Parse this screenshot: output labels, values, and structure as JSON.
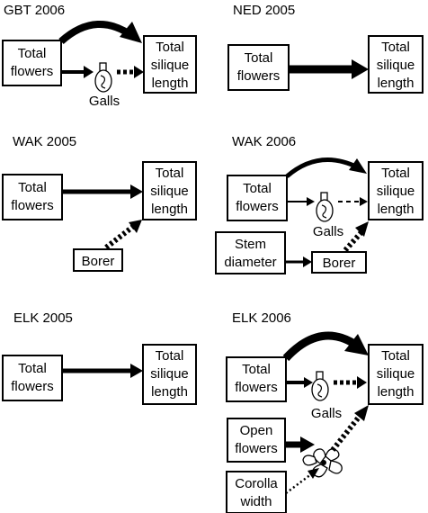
{
  "panels": [
    {
      "title": "GBT 2006",
      "nodes": {
        "flowers": [
          "Total",
          "flowers"
        ],
        "silique": [
          "Total",
          "silique",
          "length"
        ]
      },
      "galls": "Galls"
    },
    {
      "title": "NED 2005",
      "nodes": {
        "flowers": [
          "Total",
          "flowers"
        ],
        "silique": [
          "Total",
          "silique",
          "length"
        ]
      }
    },
    {
      "title": "WAK 2005",
      "nodes": {
        "flowers": [
          "Total",
          "flowers"
        ],
        "silique": [
          "Total",
          "silique",
          "length"
        ],
        "borer": "Borer"
      }
    },
    {
      "title": "WAK 2006",
      "nodes": {
        "flowers": [
          "Total",
          "flowers"
        ],
        "silique": [
          "Total",
          "silique",
          "length"
        ],
        "stem": [
          "Stem",
          "diameter"
        ],
        "borer": "Borer"
      },
      "galls": "Galls"
    },
    {
      "title": "ELK 2005",
      "nodes": {
        "flowers": [
          "Total",
          "flowers"
        ],
        "silique": [
          "Total",
          "silique",
          "length"
        ]
      }
    },
    {
      "title": "ELK 2006",
      "nodes": {
        "flowers": [
          "Total",
          "flowers"
        ],
        "silique": [
          "Total",
          "silique",
          "length"
        ],
        "open": [
          "Open",
          "flowers"
        ],
        "corolla": [
          "Corolla",
          "width"
        ]
      },
      "galls": "Galls"
    }
  ]
}
